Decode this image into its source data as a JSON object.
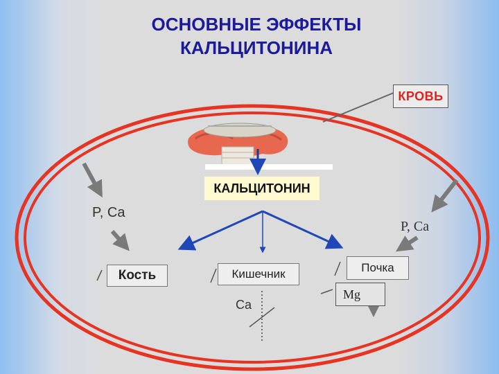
{
  "title": {
    "line1": "ОСНОВНЫЕ ЭФФЕКТЫ",
    "line2": "КАЛЬЦИТОНИНА"
  },
  "blood_label": "КРОВЬ",
  "calcitonin_label": "КАЛЬЦИТОНИН",
  "pca_left": "P, Ca",
  "pca_right": "P, Ca",
  "bone_label": "Кость",
  "intestine_label": "Кишечник",
  "kidney_label": "Почка",
  "ca_label": "Ca",
  "mg_label": "Mg",
  "colors": {
    "title": "#1a1a9a",
    "ellipse": "#e63322",
    "blue_arrow": "#1f47b8",
    "gray_arrow": "#7a7a7a",
    "blood_text": "#e0221a"
  }
}
